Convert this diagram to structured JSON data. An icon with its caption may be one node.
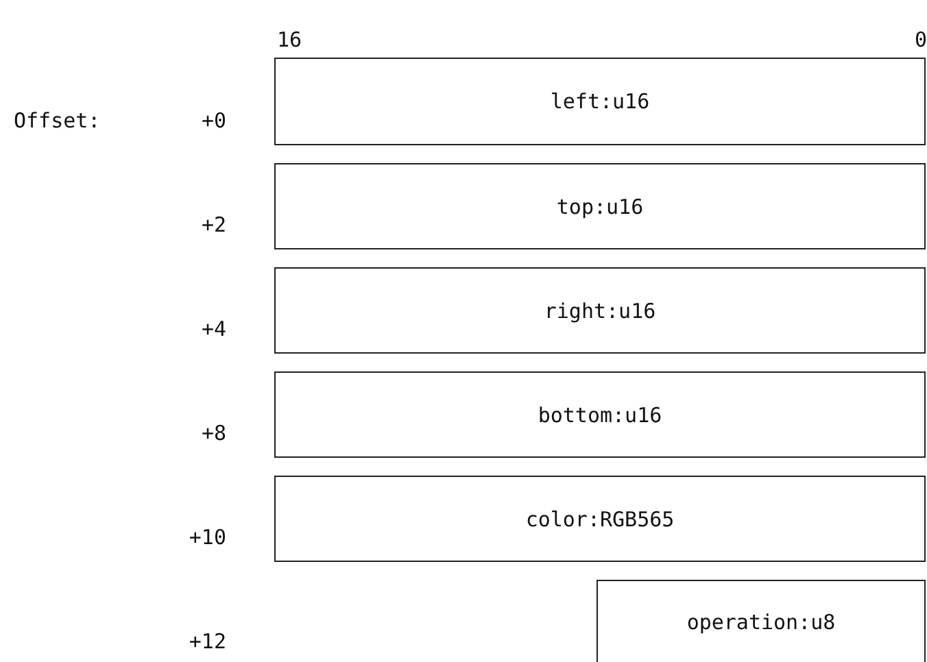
{
  "diagram": {
    "nodes": [
      {
        "text": [
          "left:u16"
        ]
      },
      {
        "text": [
          "top:u16"
        ]
      },
      {
        "text": [
          "right:u16"
        ]
      },
      {
        "text": [
          "bottom:u16"
        ]
      },
      {
        "text": [
          "color:RGB565"
        ]
      },
      {
        "text": [
          "operation:u8"
        ]
      }
    ],
    "labels": [
      "16",
      "0",
      "Offset:",
      "+0",
      "+2",
      "+4",
      "+8",
      "+10",
      "+12"
    ]
  }
}
